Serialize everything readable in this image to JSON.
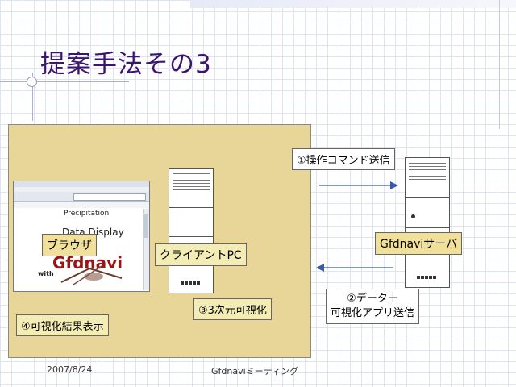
{
  "slide": {
    "title": "提案手法その3",
    "footer_date": "2007/8/24",
    "footer_center": "Gfdnaviミーティング"
  },
  "labels": {
    "browser": "ブラウザ",
    "client_pc": "クライアントPC",
    "server": "Gfdnaviサーバ",
    "step1": "①操作コマンド送信",
    "step2_line1": "②データ＋",
    "step2_line2": "可視化アプリ送信",
    "step3": "③3次元可視化",
    "step4": "④可視化結果表示"
  },
  "browser_screen": {
    "precipitation": "Precipitation",
    "data_display": "Data Display",
    "gfdnavi": "Gfdnavi",
    "with": "with"
  },
  "colors": {
    "title": "#3b1470",
    "panel": "#e8d598",
    "arrow": "#3a5aa8"
  }
}
